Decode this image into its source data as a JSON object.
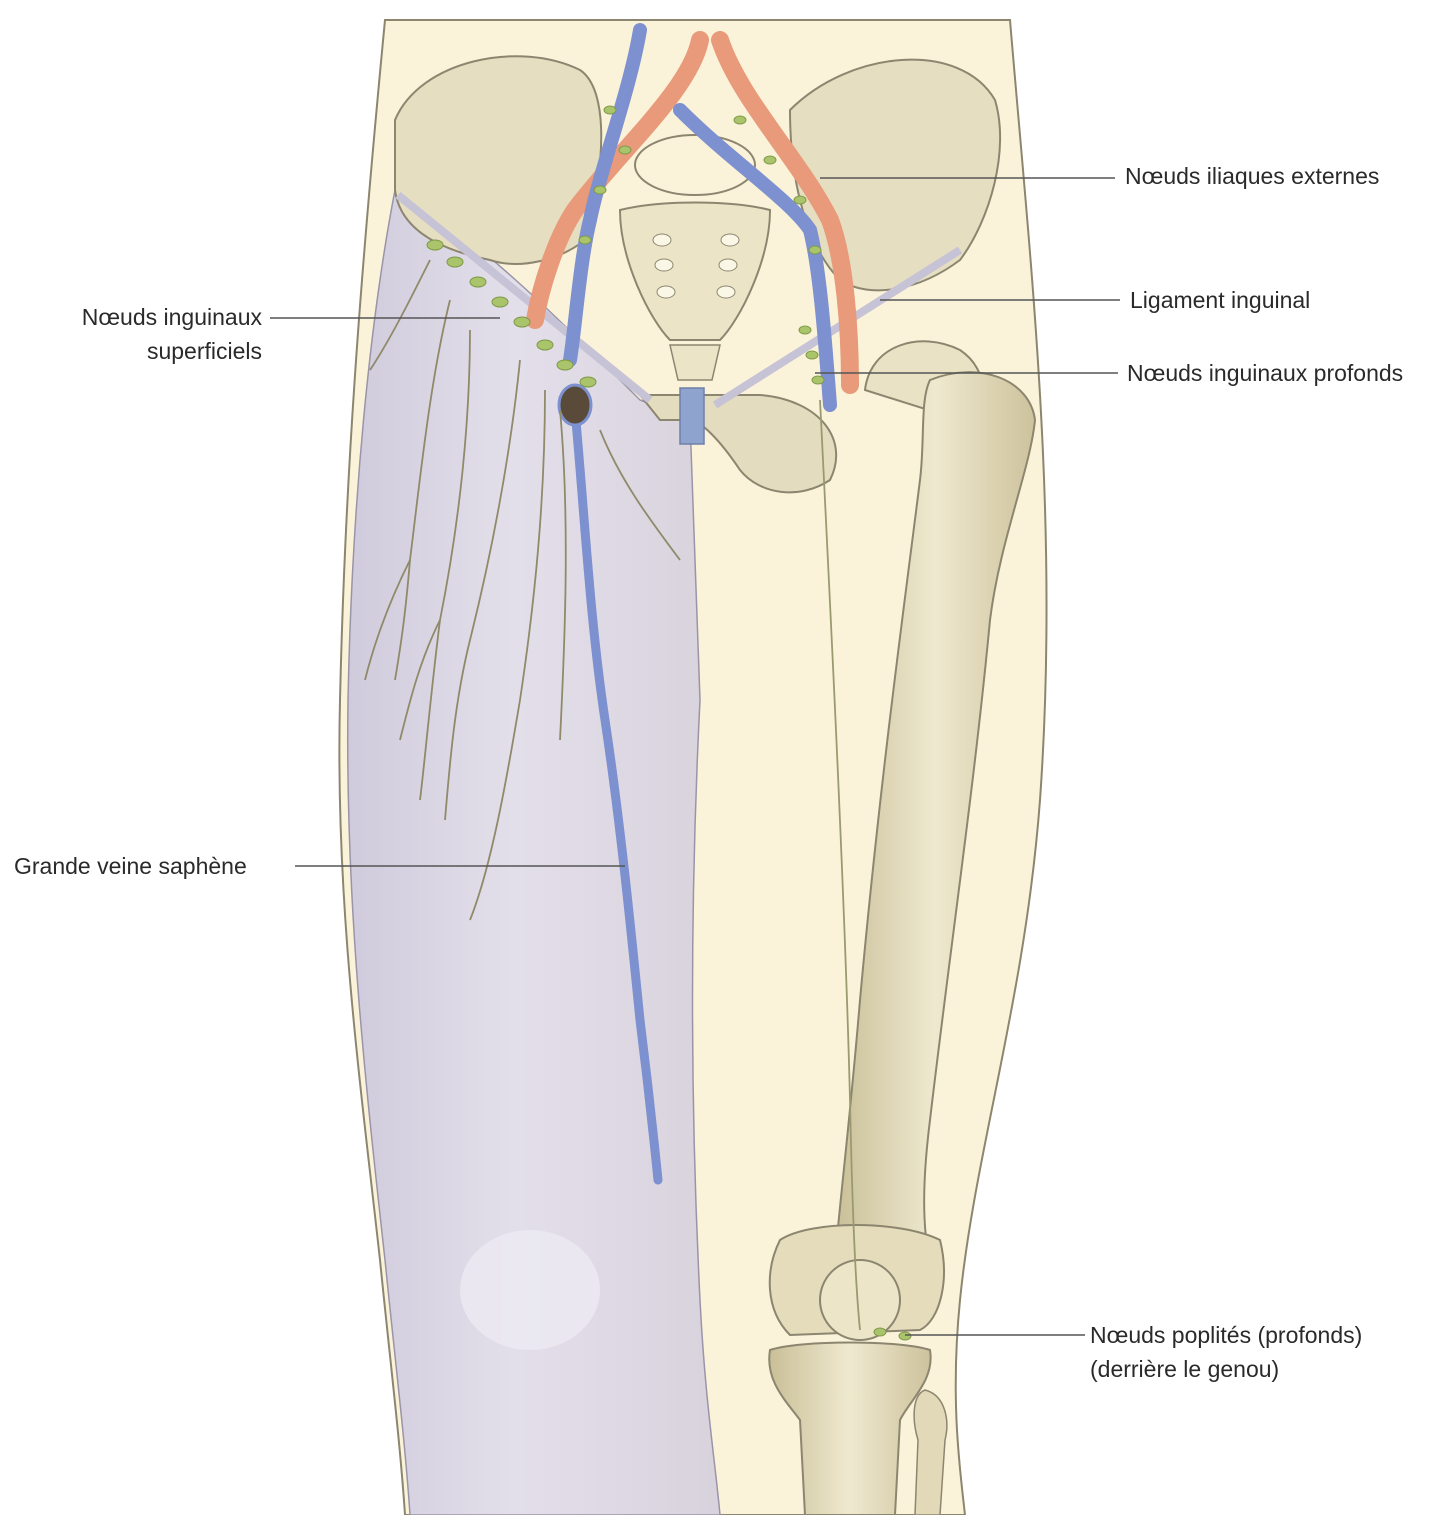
{
  "labels": {
    "iliac_external": "Nœuds iliaques externes",
    "inguinal_ligament": "Ligament inguinal",
    "inguinal_deep": "Nœuds inguinaux profonds",
    "inguinal_superficial_l1": "Nœuds inguinaux",
    "inguinal_superficial_l2": "superficiels",
    "great_saphenous": "Grande veine saphène",
    "popliteal_l1": "Nœuds poplités (profonds)",
    "popliteal_l2": "(derrière le genou)"
  },
  "colors": {
    "skin": "#fbf3d9",
    "superficial_thigh": "#dcd9e6",
    "bone": "#e9e2c4",
    "bone_shadow": "#b9ad85",
    "vein": "#7d90cf",
    "artery": "#e89a7a",
    "lymph": "#a9c46a",
    "outline": "#8c8670",
    "leader": "#555555"
  }
}
